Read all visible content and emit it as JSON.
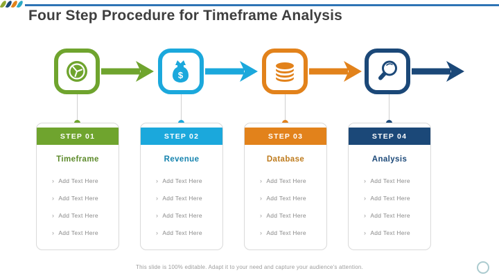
{
  "slide": {
    "title": "Four Step Procedure for Timeframe Analysis",
    "footer": "This slide is 100% editable. Adapt it to your need and capture your audience's attention.",
    "bullet": "›",
    "colors": {
      "top_line": "#2E74B5",
      "title_text": "#3F3F3F",
      "green": "#6FA42E",
      "blue": "#1BA8DC",
      "orange": "#E2821B",
      "navy": "#1B4878",
      "placeholder_text": "#8A8A8A",
      "card_border": "#D9D9D9",
      "ring": "#ABCBCF"
    }
  },
  "steps": [
    {
      "label": "STEP 01",
      "title": "Timeframe",
      "icon": "clock-icon",
      "color": "#6FA42E",
      "items": [
        "Add Text Here",
        "Add Text Here",
        "Add Text Here",
        "Add Text Here"
      ]
    },
    {
      "label": "STEP 02",
      "title": "Revenue",
      "icon": "money-bag-icon",
      "icon_glyph": "$",
      "color": "#1BA8DC",
      "items": [
        "Add Text Here",
        "Add Text Here",
        "Add Text Here",
        "Add Text Here"
      ]
    },
    {
      "label": "STEP 03",
      "title": "Database",
      "icon": "database-icon",
      "color": "#E2821B",
      "items": [
        "Add Text Here",
        "Add Text Here",
        "Add Text Here",
        "Add Text Here"
      ]
    },
    {
      "label": "STEP 04",
      "title": "Analysis",
      "icon": "magnifier-icon",
      "color": "#1B4878",
      "items": [
        "Add Text Here",
        "Add Text Here",
        "Add Text Here",
        "Add Text Here"
      ]
    }
  ]
}
